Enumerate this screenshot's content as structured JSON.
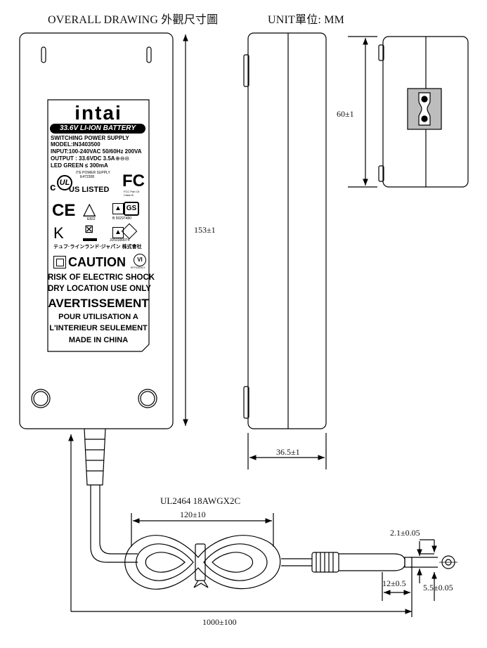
{
  "header": {
    "title": "OVERALL DRAWING 外觀尺寸圖",
    "unit": "UNIT單位: MM"
  },
  "dimensions": {
    "length": "153±1",
    "thickness": "36.5±1",
    "height": "60±1",
    "cable_spec": "UL2464  18AWGX2C",
    "coil": "120±10",
    "inner_dia": "2.1±0.05",
    "plug_len": "12±0.5",
    "outer_dia": "5.5±0.05",
    "total_len": "1000±100"
  },
  "label": {
    "brand": "intai",
    "battery": "33.6V LI-ION BATTERY",
    "line1": "SWITCHING POWER SUPPLY",
    "model": "MODEL:IN3403500",
    "input": "INPUT:100-240VAC 50/60Hz 200VA",
    "output": "OUTPUT : 33.6VDC 3.5A",
    "led": "LED GREEN ≤ 300mA",
    "ite": "ITE POWER SUPPLY",
    "ite_no": "E472308",
    "ul_listed": "US LISTED",
    "fcc_note": "FCC Part 15\nClass B",
    "e_mark": "E822",
    "gs_no": "B  50297480",
    "jd_no": "JD50389074",
    "japanese": "テュフ·ラインランド·ジャパン 株式會社",
    "caution": "CAUTION",
    "efficiency": "EFFICIENCY",
    "vi": "VI",
    "risk": "RISK OF ELECTRIC SHOCK",
    "dry": "DRY LOCATION USE ONLY",
    "avert": "AVERTISSEMENT",
    "pour": "POUR UTILISATION A",
    "linterieur": "L'INTERIEUR SEULEMENT",
    "made": "MADE IN CHINA"
  }
}
